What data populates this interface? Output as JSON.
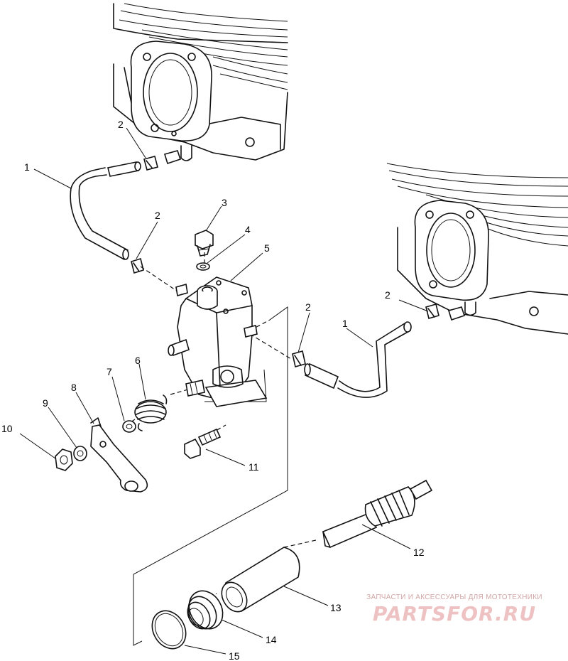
{
  "callouts": {
    "c1_left": "1",
    "c2_top": "2",
    "c2_mid": "2",
    "c3": "3",
    "c4": "4",
    "c5": "5",
    "c2_right_a": "2",
    "c2_right_b": "2",
    "c1_right": "1",
    "c6": "6",
    "c7": "7",
    "c8": "8",
    "c9": "9",
    "c10": "10",
    "c11": "11",
    "c12": "12",
    "c13": "13",
    "c14": "14",
    "c15": "15"
  },
  "watermark": {
    "caption": "ЗАПЧАСТИ И АКСЕССУАРЫ ДЛЯ МОТОТЕХНИКИ",
    "logo": "PARTSFOR.RU"
  }
}
